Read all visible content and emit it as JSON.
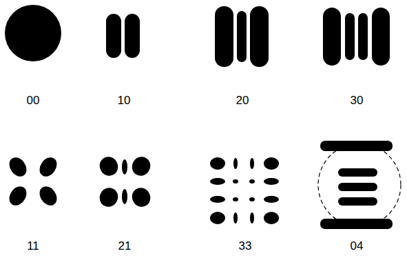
{
  "diagram": {
    "labels": [
      "00",
      "10",
      "20",
      "30",
      "11",
      "21",
      "33",
      "04"
    ]
  }
}
